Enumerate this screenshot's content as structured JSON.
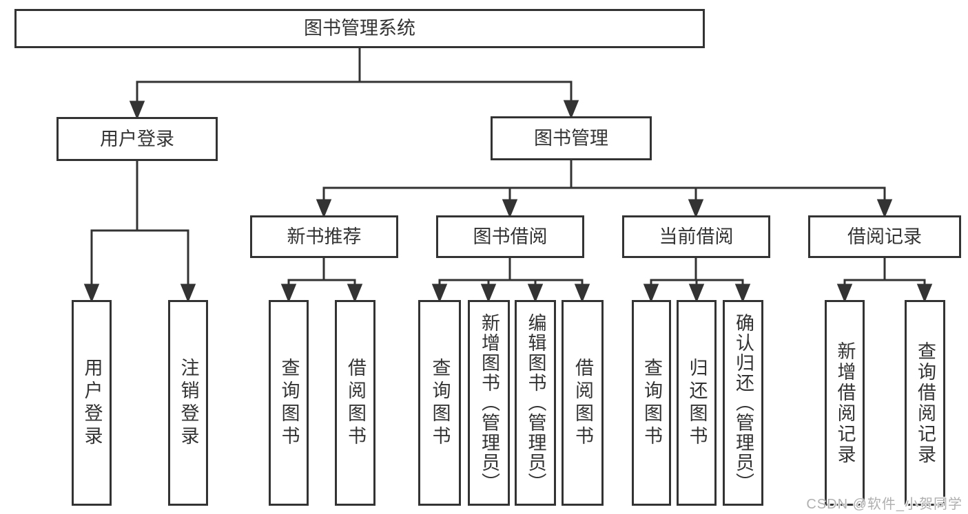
{
  "nodes": {
    "root": "图书管理系统",
    "level2": {
      "user_login": "用户登录",
      "book_management": "图书管理"
    },
    "level3": {
      "new_book_recommend": "新书推荐",
      "book_borrow": "图书借阅",
      "current_borrow": "当前借阅",
      "borrow_records": "借阅记录"
    },
    "leaves": {
      "user_login": "用户登录",
      "logout": "注销登录",
      "recommend_query_books": "查询图书",
      "recommend_borrow_books": "借阅图书",
      "borrow_query_books": "查询图书",
      "borrow_add_books": "新增图书（管理员）",
      "borrow_edit_books": "编辑图书（管理员）",
      "borrow_borrow_books": "借阅图书",
      "current_query_books": "查询图书",
      "current_return_books": "归还图书",
      "current_confirm_return": "确认归还（管理员）",
      "records_add_record": "新增借阅记录",
      "records_query_record": "查询借阅记录"
    }
  },
  "watermark": "CSDN @软件_小贺同学",
  "colors": {
    "line": "#333333",
    "text": "#333333",
    "watermark": "#b0b0b0",
    "background": "#ffffff"
  }
}
